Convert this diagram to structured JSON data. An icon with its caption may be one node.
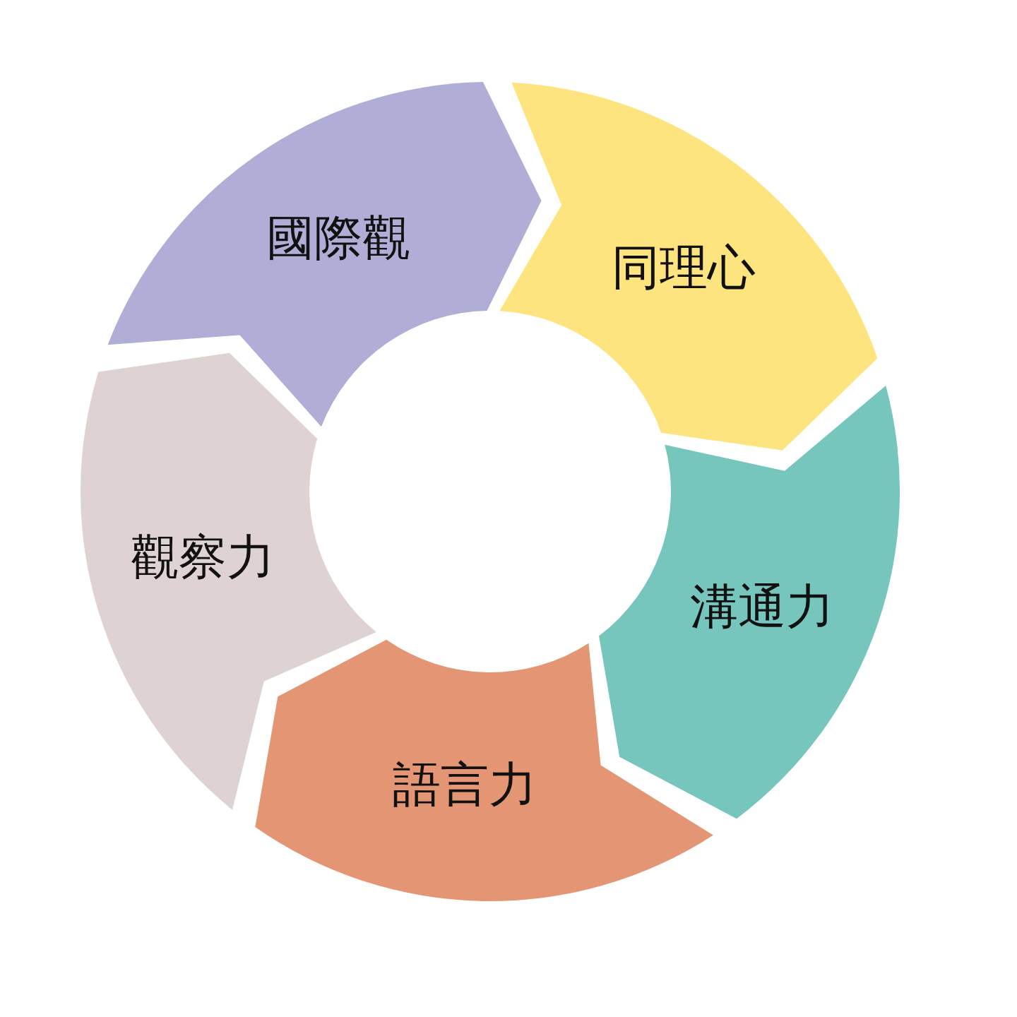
{
  "diagram": {
    "nodes": [
      {
        "text": [
          "國際觀"
        ]
      },
      {
        "text": [
          "同理心"
        ]
      },
      {
        "text": [
          "溝通力"
        ]
      },
      {
        "text": [
          "語言力"
        ]
      },
      {
        "text": [
          "觀察力"
        ]
      }
    ]
  }
}
